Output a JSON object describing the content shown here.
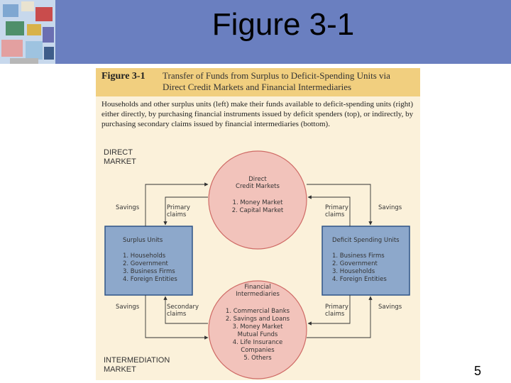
{
  "slide": {
    "title": "Figure 3-1",
    "page_number": "5"
  },
  "figure": {
    "label": "Figure 3-1",
    "caption": "Transfer of Funds from Surplus to Deficit-Spending Units via Direct Credit Markets and Financial Intermediaries",
    "description": "Households and other surplus units (left) make their funds available to deficit-spending units (right) either directly, by purchasing financial instruments issued by deficit spenders (top), or indirectly, by purchasing secondary claims issued by financial intermediaries (bottom).",
    "direct_market": {
      "line1": "DIRECT",
      "line2": "MARKET"
    },
    "intermediation_market": {
      "line1": "INTERMEDIATION",
      "line2": "MARKET"
    },
    "direct_circle": {
      "title_line1": "Direct",
      "title_line2": "Credit Markets",
      "items": [
        "1. Money Market",
        "2. Capital Market"
      ]
    },
    "intermediary_circle": {
      "title_line1": "Financial",
      "title_line2": "Intermediaries",
      "items": [
        "1. Commercial Banks",
        "2. Savings and Loans",
        "3. Money Market",
        "Mutual Funds",
        "4. Life Insurance",
        "Companies",
        "5. Others"
      ]
    },
    "surplus_units": {
      "title": "Surplus Units",
      "items": [
        "1. Households",
        "2. Government",
        "3. Business Firms",
        "4. Foreign Entities"
      ]
    },
    "deficit_units": {
      "title": "Deficit Spending Units",
      "items": [
        "1. Business Firms",
        "2. Government",
        "3. Households",
        "4. Foreign Entities"
      ]
    },
    "labels": {
      "savings": "Savings",
      "primary_l1": "Primary",
      "primary_l2": "claims",
      "secondary_l1": "Secondary",
      "secondary_l2": "claims"
    },
    "colors": {
      "box_fill": "#8da8cb",
      "box_border": "#2e5488",
      "circle_fill": "#f2c3bb",
      "circle_border": "#cf6b66",
      "header_band": "#f1cf7f",
      "panel": "#fbf1da"
    }
  }
}
